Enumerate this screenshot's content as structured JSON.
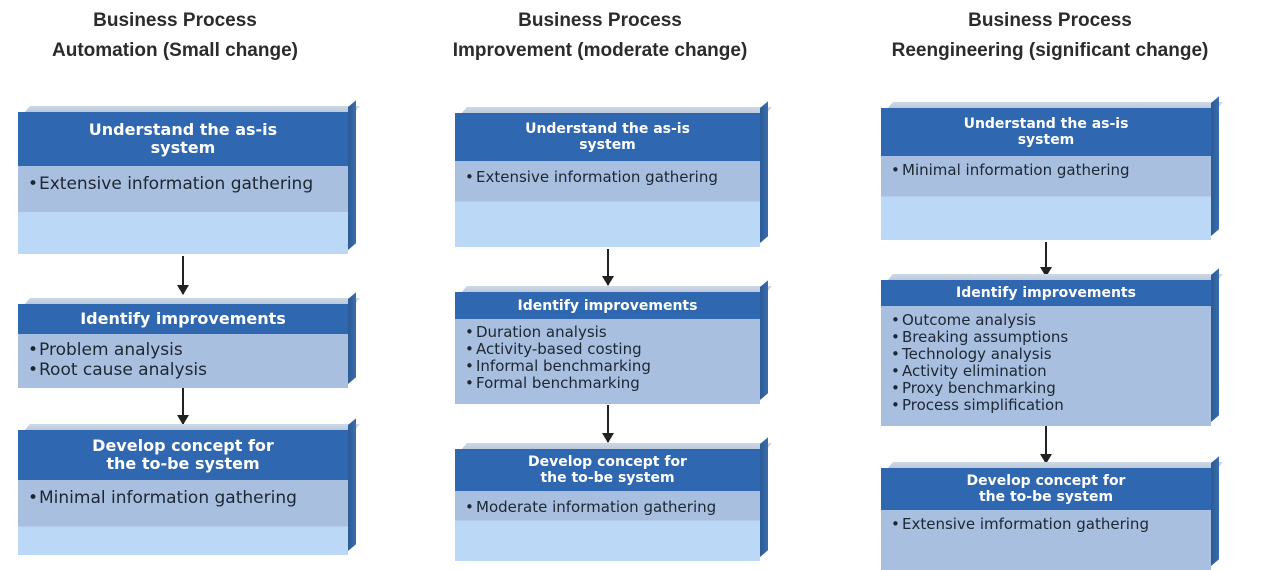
{
  "columns": [
    {
      "title": [
        "Business Process",
        "Automation (Small change)"
      ],
      "steps": [
        {
          "header": [
            "Understand the as-is",
            "system"
          ],
          "items": [
            "Extensive information gathering"
          ]
        },
        {
          "header": [
            "Identify improvements"
          ],
          "items": [
            "Problem analysis",
            "Root cause analysis"
          ]
        },
        {
          "header": [
            "Develop concept for",
            "the to-be system"
          ],
          "items": [
            "Minimal information gathering"
          ]
        }
      ]
    },
    {
      "title": [
        "Business Process",
        "Improvement (moderate change)"
      ],
      "steps": [
        {
          "header": [
            "Understand the as-is",
            "system"
          ],
          "items": [
            "Extensive information gathering"
          ]
        },
        {
          "header": [
            "Identify improvements"
          ],
          "items": [
            "Duration analysis",
            "Activity-based costing",
            "Informal benchmarking",
            "Formal benchmarking"
          ]
        },
        {
          "header": [
            "Develop concept for",
            "the to-be system"
          ],
          "items": [
            "Moderate information gathering"
          ]
        }
      ]
    },
    {
      "title": [
        "Business Process",
        "Reengineering (significant change)"
      ],
      "steps": [
        {
          "header": [
            "Understand the as-is",
            "system"
          ],
          "items": [
            "Minimal information gathering"
          ]
        },
        {
          "header": [
            "Identify improvements"
          ],
          "items": [
            "Outcome analysis",
            "Breaking assumptions",
            "Technology analysis",
            "Activity elimination",
            "Proxy benchmarking",
            "Process simplification"
          ]
        },
        {
          "header": [
            "Develop concept for",
            "the to-be system"
          ],
          "items": [
            "Extensive imformation gathering"
          ]
        }
      ]
    }
  ]
}
